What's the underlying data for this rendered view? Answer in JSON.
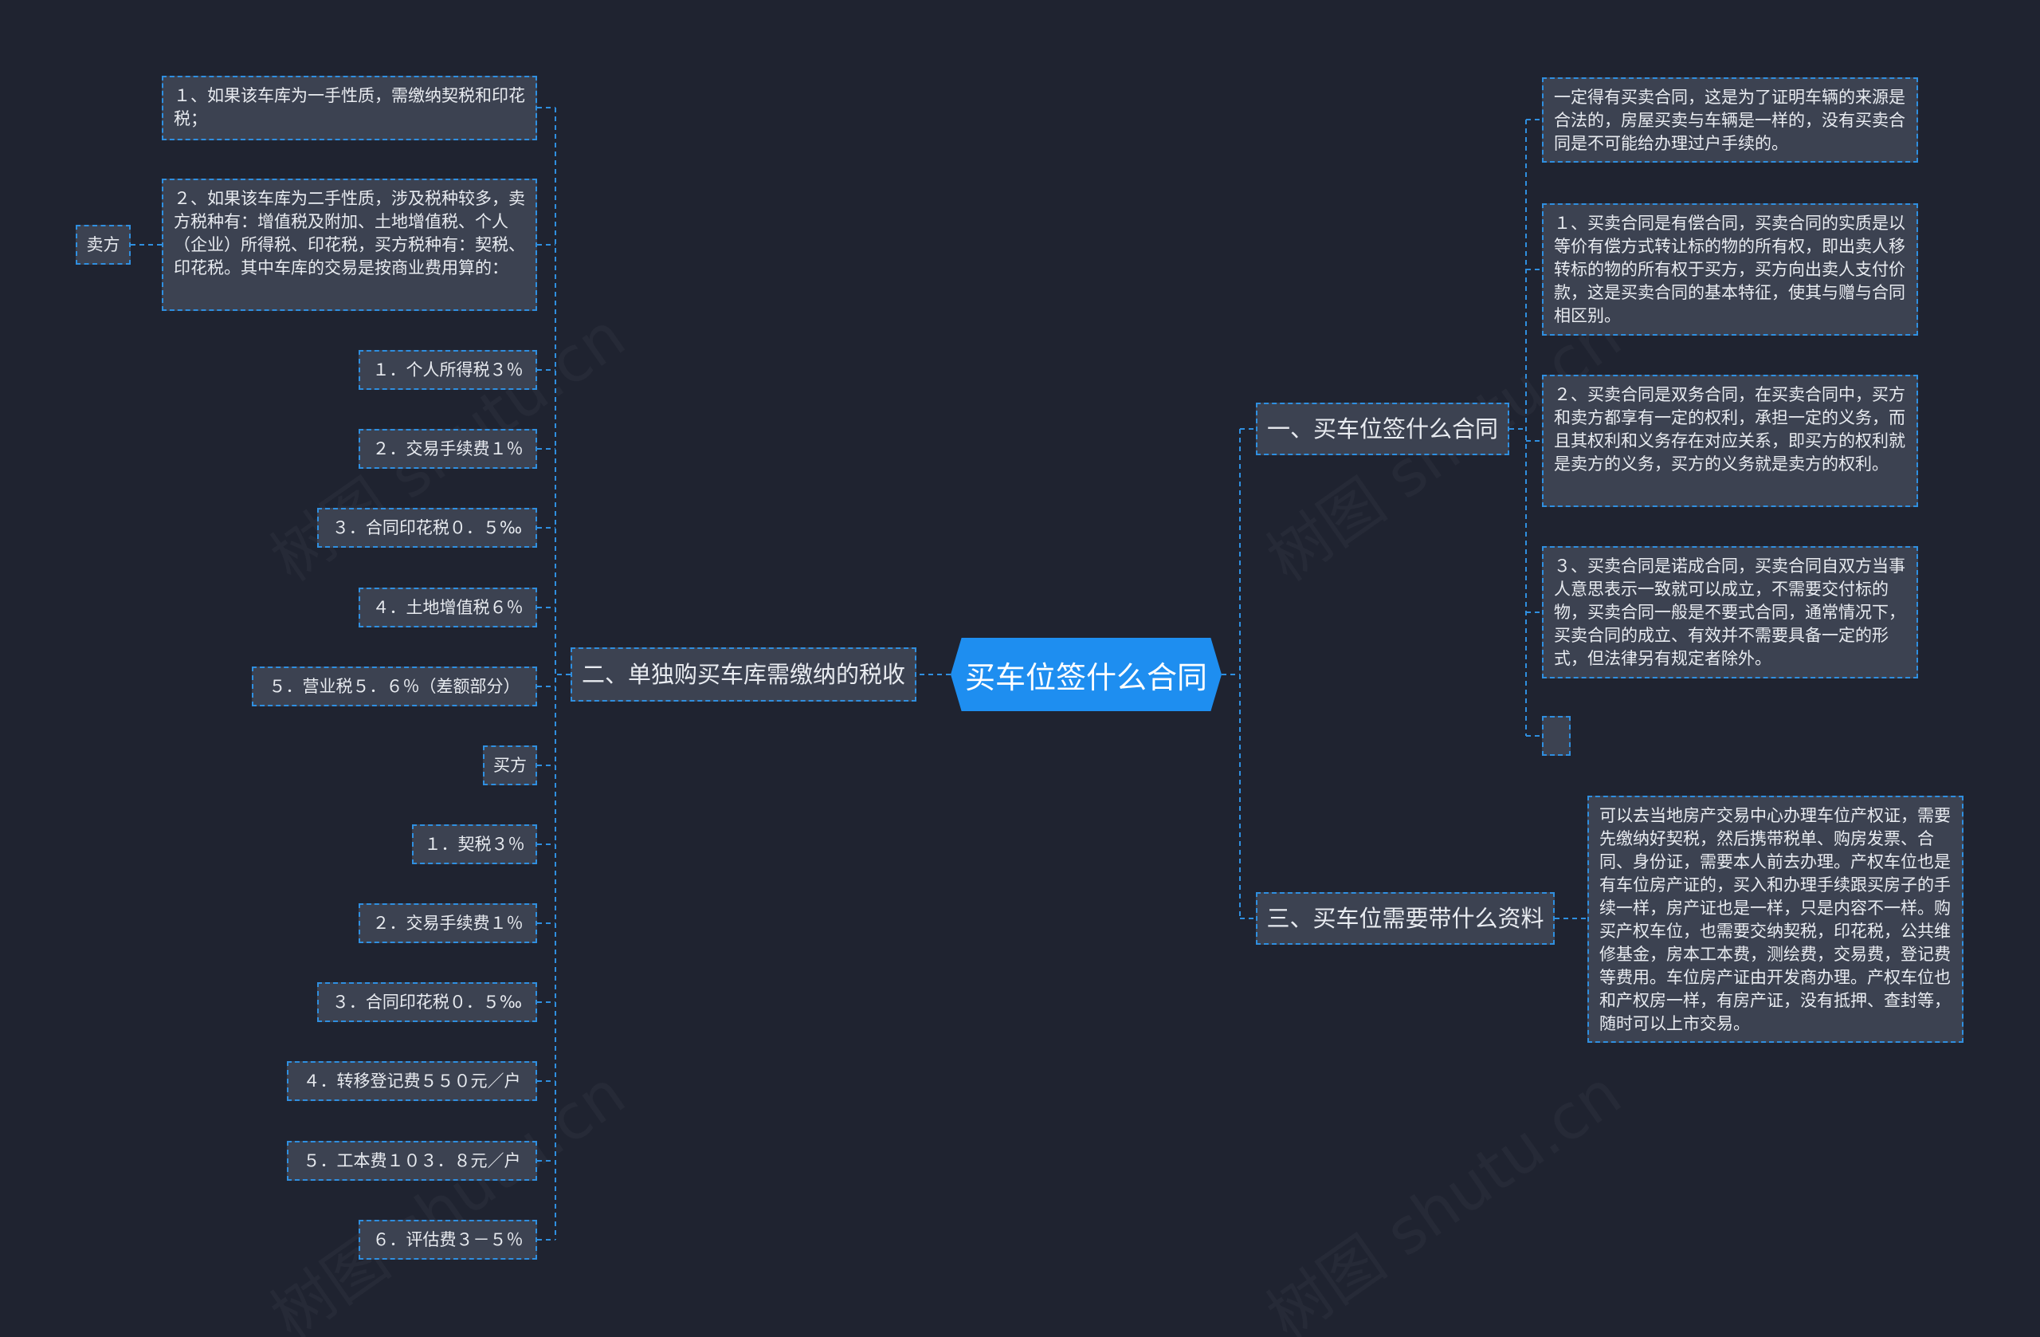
{
  "root": {
    "label": "买车位签什么合同"
  },
  "branch1": {
    "label": "一、买车位签什么合同",
    "children": [
      "一定得有买卖合同，这是为了证明车辆的来源是合法的，房屋买卖与车辆是一样的，没有买卖合同是不可能给办理过户手续的。",
      "１、买卖合同是有偿合同，买卖合同的实质是以等价有偿方式转让标的物的所有权，即出卖人移转标的物的所有权于买方，买方向出卖人支付价款，这是买卖合同的基本特征，使其与赠与合同相区别。",
      "２、买卖合同是双务合同，在买卖合同中，买方和卖方都享有一定的权利，承担一定的义务，而且其权利和义务存在对应关系，即买方的权利就是卖方的义务，买方的义务就是卖方的权利。",
      "３、买卖合同是诺成合同，买卖合同自双方当事人意思表示一致就可以成立，不需要交付标的物，买卖合同一般是不要式合同，通常情况下，买卖合同的成立、有效并不需要具备一定的形式，但法律另有规定者除外。",
      ""
    ]
  },
  "branch2": {
    "label": "二、单独购买车库需缴纳的税收",
    "seller": {
      "label": "卖方",
      "children": [
        "１、如果该车库为一手性质，需缴纳契税和印花税；",
        "２、如果该车库为二手性质，涉及税种较多，卖方税种有：增值税及附加、土地增值税、个人（企业）所得税、印花税，买方税种有：契税、印花税。其中车库的交易是按商业费用算的："
      ]
    },
    "items": [
      "１．个人所得税３％",
      "２．交易手续费１％",
      "３．合同印花税０．５‰",
      "４．土地增值税６％",
      "５．营业税５．６％（差额部分）",
      "买方",
      "１．契税３％",
      "２．交易手续费１％",
      "３．合同印花税０．５‰",
      "４．转移登记费５５０元／户",
      "５．工本费１０３．８元／户",
      "６．评估费３－５％"
    ]
  },
  "branch3": {
    "label": "三、买车位需要带什么资料",
    "children": [
      "可以去当地房产交易中心办理车位产权证，需要先缴纳好契税，然后携带税单、购房发票、合同、身份证，需要本人前去办理。产权车位也是有车位房产证的，买入和办理手续跟买房子的手续一样，房产证也是一样，只是内容不一样。购买产权车位，也需要交纳契税，印花税，公共维修基金，房本工本费，测绘费，交易费，登记费等费用。车位房产证由开发商办理。产权车位也和产权房一样，有房产证，没有抵押、查封等，随时可以上市交易。"
    ]
  },
  "watermark": "树图 shutu.cn",
  "colors": {
    "background": "#1f2330",
    "node_fill": "#3c4251",
    "accent": "#1e8ef0",
    "line": "#2f8fe0",
    "text": "#e8ebf0"
  }
}
